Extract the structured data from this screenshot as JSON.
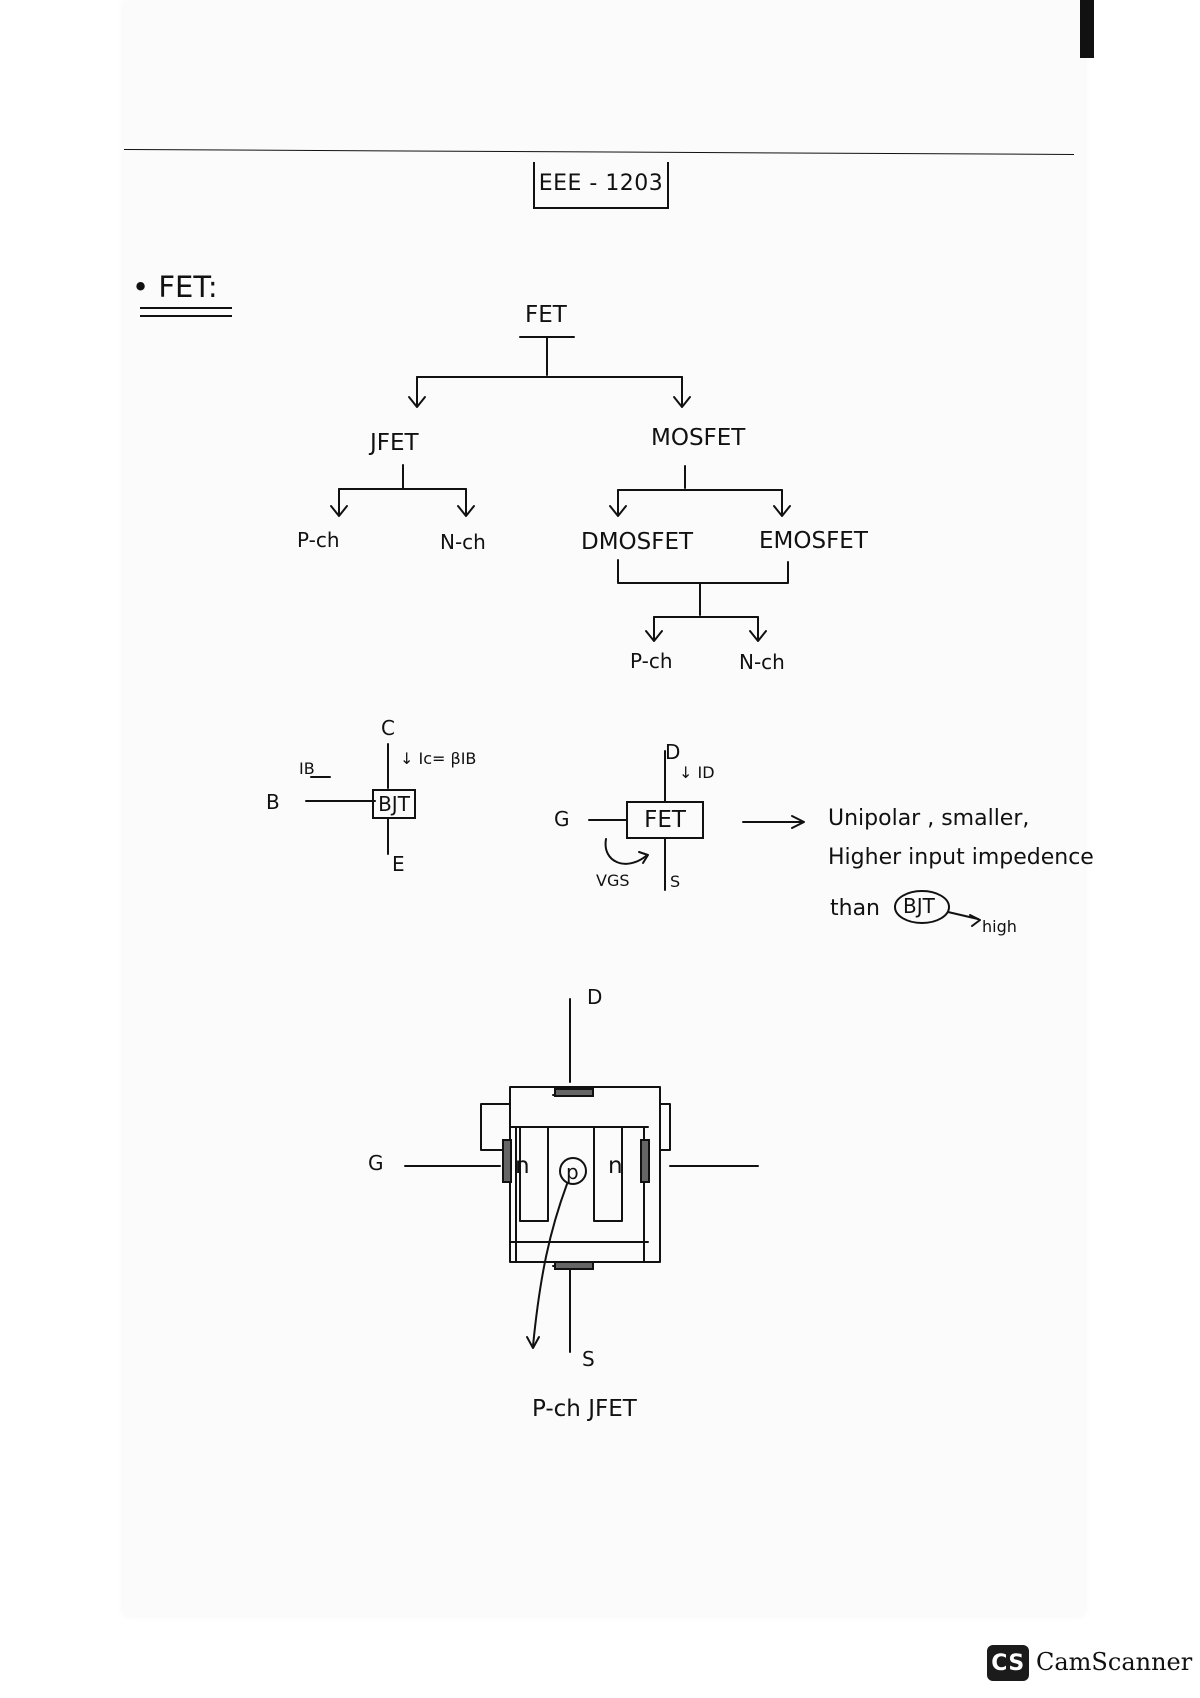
{
  "header": {
    "course_code": "EEE - 1203"
  },
  "section": {
    "title": "• FET:"
  },
  "tree": {
    "root": "FET",
    "jfet": "JFET",
    "mosfet": "MOSFET",
    "jfet_left": "P-ch",
    "jfet_right": "N-ch",
    "dmosfet": "DMOSFET",
    "emosfet": "EMOSFET",
    "mos_left": "P-ch",
    "mos_right": "N-ch"
  },
  "bjt_symbol": {
    "collector": "C",
    "current_rel": "↓ Ic= βIB",
    "base_current": "IB",
    "base": "B",
    "box": "BJT",
    "emitter": "E"
  },
  "fet_symbol": {
    "drain": "D",
    "drain_current": "↓ ID",
    "gate": "G",
    "box": "FET",
    "vgs": "VGS",
    "source": "S"
  },
  "comparison_note": {
    "line1": "Unipolar , smaller,",
    "line2": "Higher input impedence",
    "line3_prefix": "than",
    "circled": "BJT",
    "side_note": "high"
  },
  "jfet_structure": {
    "drain": "D",
    "gate": "G",
    "source": "S",
    "left_region": "n",
    "channel": "p",
    "right_region": "n",
    "caption": "P-ch JFET"
  },
  "watermark": {
    "logo": "CS",
    "text": "CamScanner"
  }
}
